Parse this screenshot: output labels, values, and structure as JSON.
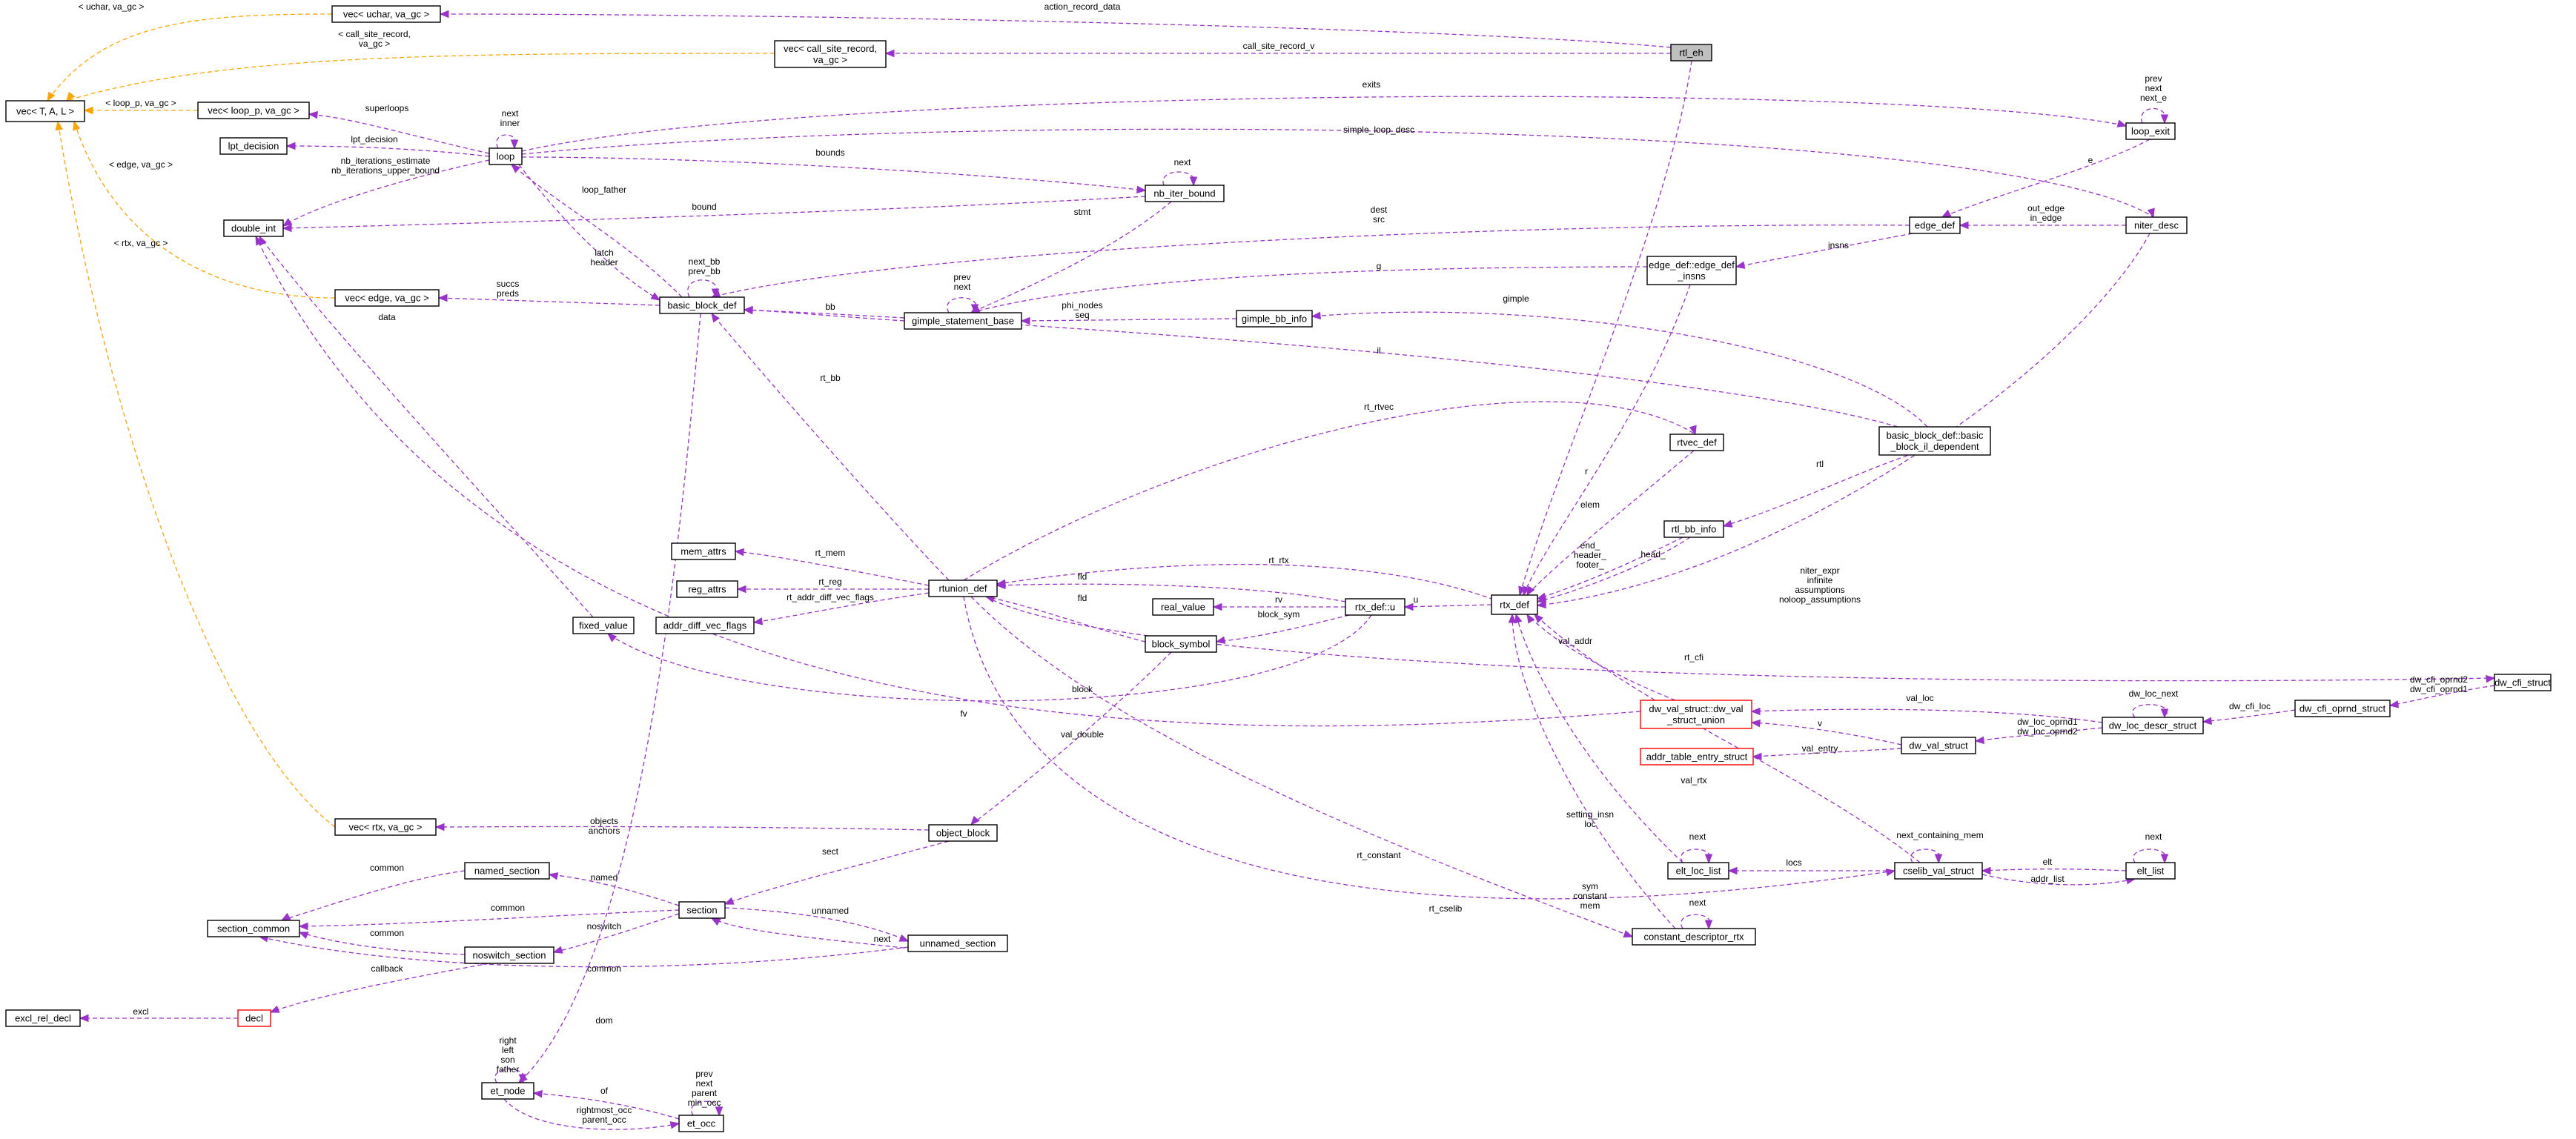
{
  "colors": {
    "edge": "#9a32cd",
    "template_edge": "#ffa500",
    "incomplete_border": "#ff0000",
    "highlight_fill": "#bfbfbf"
  },
  "nodes": [
    {
      "id": "vec_TAL",
      "lines": [
        "vec< T, A, L >"
      ]
    },
    {
      "id": "vec_uchar",
      "lines": [
        "vec< uchar, va_gc >"
      ]
    },
    {
      "id": "vec_csr",
      "lines": [
        "vec< call_site_record,",
        "va_gc >"
      ]
    },
    {
      "id": "rtl_eh",
      "lines": [
        "rtl_eh"
      ],
      "style": "hl"
    },
    {
      "id": "vec_loop",
      "lines": [
        "vec< loop_p, va_gc >"
      ]
    },
    {
      "id": "lpt_decision",
      "lines": [
        "lpt_decision"
      ]
    },
    {
      "id": "loop",
      "lines": [
        "loop"
      ]
    },
    {
      "id": "double_int",
      "lines": [
        "double_int"
      ]
    },
    {
      "id": "nb_iter_bound",
      "lines": [
        "nb_iter_bound"
      ]
    },
    {
      "id": "loop_exit",
      "lines": [
        "loop_exit"
      ]
    },
    {
      "id": "edge_def",
      "lines": [
        "edge_def"
      ]
    },
    {
      "id": "niter_desc",
      "lines": [
        "niter_desc"
      ]
    },
    {
      "id": "edge_insns",
      "lines": [
        "edge_def::edge_def",
        "_insns"
      ]
    },
    {
      "id": "vec_edge",
      "lines": [
        "vec< edge, va_gc >"
      ]
    },
    {
      "id": "bbdef",
      "lines": [
        "basic_block_def"
      ]
    },
    {
      "id": "gsb",
      "lines": [
        "gimple_statement_base"
      ]
    },
    {
      "id": "gbi",
      "lines": [
        "gimple_bb_info"
      ]
    },
    {
      "id": "bbil",
      "lines": [
        "basic_block_def::basic",
        "_block_il_dependent"
      ]
    },
    {
      "id": "rtvec_def",
      "lines": [
        "rtvec_def"
      ]
    },
    {
      "id": "rtl_bb_info",
      "lines": [
        "rtl_bb_info"
      ]
    },
    {
      "id": "mem_attrs",
      "lines": [
        "mem_attrs"
      ]
    },
    {
      "id": "reg_attrs",
      "lines": [
        "reg_attrs"
      ]
    },
    {
      "id": "adf",
      "lines": [
        "addr_diff_vec_flags"
      ]
    },
    {
      "id": "rtunion",
      "lines": [
        "rtunion_def"
      ]
    },
    {
      "id": "real_value",
      "lines": [
        "real_value"
      ]
    },
    {
      "id": "rtx_u",
      "lines": [
        "rtx_def::u"
      ]
    },
    {
      "id": "rtx_def",
      "lines": [
        "rtx_def"
      ]
    },
    {
      "id": "fixed_value",
      "lines": [
        "fixed_value"
      ]
    },
    {
      "id": "block_symbol",
      "lines": [
        "block_symbol"
      ]
    },
    {
      "id": "dwvsu",
      "lines": [
        "dw_val_struct::dw_val",
        "_struct_union"
      ],
      "style": "red"
    },
    {
      "id": "ates",
      "lines": [
        "addr_table_entry_struct"
      ],
      "style": "red"
    },
    {
      "id": "dw_val",
      "lines": [
        "dw_val_struct"
      ]
    },
    {
      "id": "dw_loc",
      "lines": [
        "dw_loc_descr_struct"
      ]
    },
    {
      "id": "dw_cfi_opnd",
      "lines": [
        "dw_cfi_oprnd_struct"
      ]
    },
    {
      "id": "dw_cfi",
      "lines": [
        "dw_cfi_struct"
      ]
    },
    {
      "id": "vec_rtx",
      "lines": [
        "vec< rtx, va_gc >"
      ]
    },
    {
      "id": "object_block",
      "lines": [
        "object_block"
      ]
    },
    {
      "id": "named_section",
      "lines": [
        "named_section"
      ]
    },
    {
      "id": "section",
      "lines": [
        "section"
      ]
    },
    {
      "id": "section_common",
      "lines": [
        "section_common"
      ]
    },
    {
      "id": "noswitch",
      "lines": [
        "noswitch_section"
      ]
    },
    {
      "id": "unnamed",
      "lines": [
        "unnamed_section"
      ]
    },
    {
      "id": "elt_loc_list",
      "lines": [
        "elt_loc_list"
      ]
    },
    {
      "id": "cselib",
      "lines": [
        "cselib_val_struct"
      ]
    },
    {
      "id": "elt_list",
      "lines": [
        "elt_list"
      ]
    },
    {
      "id": "cdr",
      "lines": [
        "constant_descriptor_rtx"
      ]
    },
    {
      "id": "excl",
      "lines": [
        "excl_rel_decl"
      ]
    },
    {
      "id": "decl",
      "lines": [
        "decl"
      ],
      "style": "red"
    },
    {
      "id": "et_node",
      "lines": [
        "et_node"
      ]
    },
    {
      "id": "et_occ",
      "lines": [
        "et_occ"
      ]
    }
  ],
  "edges": [
    {
      "id": "e_vuchar_tal",
      "lines": [
        "< uchar, va_gc >"
      ],
      "style": "orange"
    },
    {
      "id": "e_vcsr_tal",
      "lines": [
        "< call_site_record,",
        "va_gc >"
      ],
      "style": "orange"
    },
    {
      "id": "e_vloop_tal",
      "lines": [
        "< loop_p, va_gc >"
      ],
      "style": "orange"
    },
    {
      "id": "e_vedge_tal",
      "lines": [
        "< edge, va_gc >"
      ],
      "style": "orange"
    },
    {
      "id": "e_vrtx_tal",
      "lines": [
        "< rtx, va_gc >"
      ],
      "style": "orange"
    },
    {
      "id": "e_rtleh_vuchar",
      "lines": [
        "action_record_data"
      ]
    },
    {
      "id": "e_rtleh_vcsr",
      "lines": [
        "call_site_record_v"
      ]
    },
    {
      "id": "e_rtleh_rtx",
      "lines": []
    },
    {
      "id": "e_loop_vloop",
      "lines": [
        "superloops"
      ]
    },
    {
      "id": "e_loop_lpt",
      "lines": [
        "lpt_decision"
      ]
    },
    {
      "id": "e_loop_dint",
      "lines": [
        "nb_iterations_estimate",
        "nb_iterations_upper_bound"
      ]
    },
    {
      "id": "e_loop_self",
      "lines": [
        "next",
        "inner"
      ]
    },
    {
      "id": "e_loop_nib",
      "lines": [
        "bounds"
      ]
    },
    {
      "id": "e_loop_lexit",
      "lines": [
        "exits"
      ]
    },
    {
      "id": "e_loop_niter",
      "lines": [
        "simple_loop_desc"
      ]
    },
    {
      "id": "e_nib_dint",
      "lines": [
        "bound"
      ]
    },
    {
      "id": "e_nib_self",
      "lines": [
        "next"
      ]
    },
    {
      "id": "e_nib_gsb",
      "lines": [
        "stmt"
      ]
    },
    {
      "id": "e_lexit_self",
      "lines": [
        "prev",
        "next",
        "next_e"
      ]
    },
    {
      "id": "e_lexit_edge",
      "lines": [
        "e"
      ]
    },
    {
      "id": "e_niter_edge",
      "lines": [
        "out_edge",
        "in_edge"
      ]
    },
    {
      "id": "e_niter_rtx",
      "lines": [
        "niter_expr",
        "infinite",
        "assumptions",
        "noloop_assumptions"
      ]
    },
    {
      "id": "e_edge_bb",
      "lines": [
        "dest",
        "src"
      ]
    },
    {
      "id": "e_edge_insns",
      "lines": [
        "insns"
      ]
    },
    {
      "id": "e_insns_gsb",
      "lines": [
        "g"
      ]
    },
    {
      "id": "e_insns_rtx",
      "lines": [
        "r"
      ]
    },
    {
      "id": "e_bb_loop",
      "lines": [
        "loop_father"
      ]
    },
    {
      "id": "e_loop_bb",
      "lines": [
        "latch",
        "header"
      ]
    },
    {
      "id": "e_bb_self",
      "lines": [
        "next_bb",
        "prev_bb"
      ]
    },
    {
      "id": "e_bb_vedge",
      "lines": [
        "succs",
        "preds"
      ]
    },
    {
      "id": "e_gsb_bb",
      "lines": [
        "bb"
      ]
    },
    {
      "id": "e_gsb_self",
      "lines": [
        "prev",
        "next"
      ]
    },
    {
      "id": "e_gbi_gsb",
      "lines": [
        "phi_nodes",
        "seq"
      ]
    },
    {
      "id": "e_bbil_gbi",
      "lines": [
        "gimple"
      ]
    },
    {
      "id": "e_bb_bbil",
      "lines": [
        "il"
      ]
    },
    {
      "id": "e_rtlbb_bbil",
      "lines": [
        "rtl"
      ]
    },
    {
      "id": "e_rtlbb_rtx",
      "lines": [
        "end_",
        "header_",
        "footer_"
      ]
    },
    {
      "id": "e_rtlbb_head",
      "lines": [
        "head_"
      ]
    },
    {
      "id": "e_rtvec_rtx",
      "lines": [
        "elem"
      ]
    },
    {
      "id": "e_rtunion_rtvec",
      "lines": [
        "rt_rtvec"
      ]
    },
    {
      "id": "e_rtunion_bb",
      "lines": [
        "rt_bb"
      ]
    },
    {
      "id": "e_rtunion_mem",
      "lines": [
        "rt_mem"
      ]
    },
    {
      "id": "e_rtunion_reg",
      "lines": [
        "rt_reg"
      ]
    },
    {
      "id": "e_rtunion_adf",
      "lines": [
        "rt_addr_diff_vec_flags"
      ]
    },
    {
      "id": "e_rtunion_rtx",
      "lines": [
        "rt_rtx"
      ]
    },
    {
      "id": "e_rtunion_cfi",
      "lines": [
        "rt_cfi"
      ]
    },
    {
      "id": "e_rtunion_cdr",
      "lines": [
        "rt_constant"
      ]
    },
    {
      "id": "e_rtunion_cselib",
      "lines": [
        "rt_cselib"
      ]
    },
    {
      "id": "e_rtxu_rtunion",
      "lines": [
        "fld"
      ]
    },
    {
      "id": "e_rtxu_real",
      "lines": [
        "rv"
      ]
    },
    {
      "id": "e_rtxu_bsym",
      "lines": [
        "block_sym"
      ]
    },
    {
      "id": "e_rtxu_fixed",
      "lines": [
        "fv"
      ]
    },
    {
      "id": "e_rtx_rtxu",
      "lines": [
        "u"
      ]
    },
    {
      "id": "e_bsym_rtunion",
      "lines": [
        "fld"
      ]
    },
    {
      "id": "e_bsym_ob",
      "lines": [
        "block"
      ]
    },
    {
      "id": "e_fixed_dint",
      "lines": [
        "data"
      ]
    },
    {
      "id": "e_dwvsu_dint",
      "lines": [
        "val_double"
      ]
    },
    {
      "id": "e_dwvsu_rtx",
      "lines": [
        "val_addr"
      ]
    },
    {
      "id": "e_dwval_dwvsu",
      "lines": [
        "v"
      ]
    },
    {
      "id": "e_dwval_ates",
      "lines": [
        "val_entry"
      ]
    },
    {
      "id": "e_dwloc_dwvsu",
      "lines": [
        "val_loc"
      ]
    },
    {
      "id": "e_dwloc_self",
      "lines": [
        "dw_loc_next"
      ]
    },
    {
      "id": "e_dwloc_dwval",
      "lines": [
        "dw_loc_oprnd1",
        "dw_loc_oprnd2"
      ]
    },
    {
      "id": "e_cfiopnd_dwloc",
      "lines": [
        "dw_cfi_loc"
      ]
    },
    {
      "id": "e_cfi_opnd",
      "lines": [
        "dw_cfi_oprnd2",
        "dw_cfi_oprnd1"
      ]
    },
    {
      "id": "e_ob_vrtx",
      "lines": [
        "objects",
        "anchors"
      ]
    },
    {
      "id": "e_ob_section",
      "lines": [
        "sect"
      ]
    },
    {
      "id": "e_section_named",
      "lines": [
        "named"
      ]
    },
    {
      "id": "e_section_noswitch",
      "lines": [
        "noswitch"
      ]
    },
    {
      "id": "e_section_unnamed",
      "lines": [
        "unnamed"
      ]
    },
    {
      "id": "e_named_common",
      "lines": [
        "common"
      ]
    },
    {
      "id": "e_section_common",
      "lines": [
        "common"
      ]
    },
    {
      "id": "e_noswitch_common",
      "lines": [
        "common"
      ]
    },
    {
      "id": "e_unnamed_common",
      "lines": [
        "common"
      ]
    },
    {
      "id": "e_unnamed_section",
      "lines": [
        "next"
      ]
    },
    {
      "id": "e_noswitch_decl",
      "lines": [
        "callback"
      ]
    },
    {
      "id": "e_decl_excl",
      "lines": [
        "excl"
      ]
    },
    {
      "id": "e_ell_self",
      "lines": [
        "next"
      ]
    },
    {
      "id": "e_ell_rtx",
      "lines": [
        "setting_insn",
        "loc"
      ]
    },
    {
      "id": "e_cselib_ell",
      "lines": [
        "locs"
      ]
    },
    {
      "id": "e_cselib_self",
      "lines": [
        "next_containing_mem"
      ]
    },
    {
      "id": "e_cselib_rtx",
      "lines": [
        "val_rtx"
      ]
    },
    {
      "id": "e_cselib_elt",
      "lines": [
        "addr_list"
      ]
    },
    {
      "id": "e_elt_cselib",
      "lines": [
        "elt"
      ]
    },
    {
      "id": "e_elt_self",
      "lines": [
        "next"
      ]
    },
    {
      "id": "e_cdr_self",
      "lines": [
        "next"
      ]
    },
    {
      "id": "e_cdr_rtx",
      "lines": [
        "sym",
        "constant",
        "mem"
      ]
    },
    {
      "id": "e_bb_etnode",
      "lines": [
        "dom"
      ]
    },
    {
      "id": "e_etnode_self",
      "lines": [
        "right",
        "left",
        "son",
        "father"
      ]
    },
    {
      "id": "e_etnode_etocc",
      "lines": [
        "rightmost_occ",
        "parent_occ"
      ]
    },
    {
      "id": "e_etocc_etnode",
      "lines": [
        "of"
      ]
    },
    {
      "id": "e_etocc_self",
      "lines": [
        "prev",
        "next",
        "parent",
        "min_occ"
      ]
    }
  ]
}
